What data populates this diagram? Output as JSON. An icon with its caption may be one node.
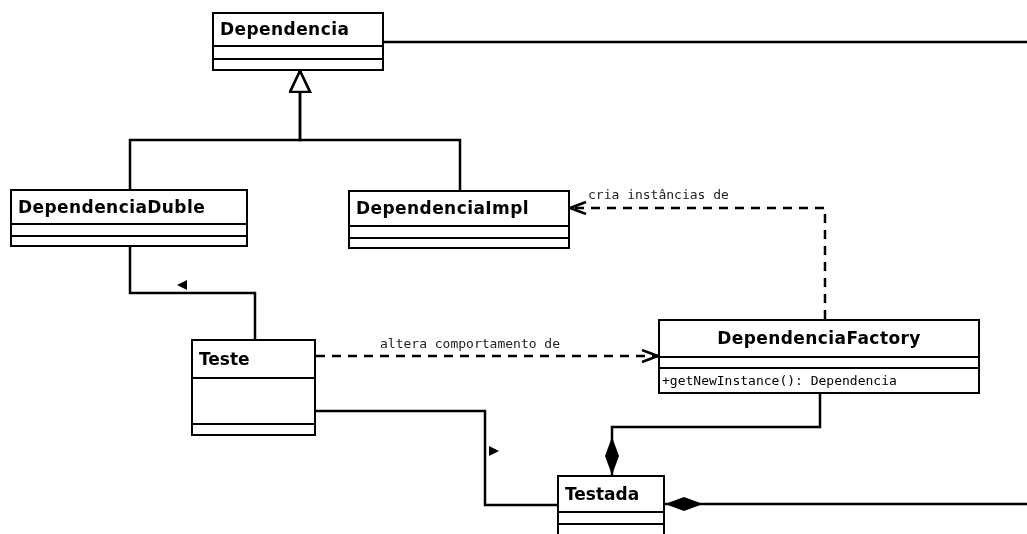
{
  "diagram": {
    "nodes": [
      {
        "text": [
          "Dependencia"
        ]
      },
      {
        "text": [
          "DependenciaDuble"
        ]
      },
      {
        "text": [
          "DependenciaImpl"
        ]
      },
      {
        "text": [
          "Teste"
        ]
      },
      {
        "text": [
          "DependenciaFactory",
          "+getNewInstance(): Dependencia"
        ]
      },
      {
        "text": [
          "Testada"
        ]
      }
    ],
    "edges": [
      {
        "from": 1,
        "to": 0,
        "arrow": "to"
      },
      {
        "from": 2,
        "to": 0,
        "arrow": "to"
      },
      {
        "from": 3,
        "to": 1,
        "arrow": "none"
      },
      {
        "from": 3,
        "to": 4,
        "arrow": "to",
        "style": "dashed",
        "label": "altera comportamento de"
      },
      {
        "from": 4,
        "to": 2,
        "arrow": "to",
        "style": "dashed",
        "label": "cria instâncias de"
      },
      {
        "from": 5,
        "to": 4,
        "arrow": "other"
      },
      {
        "from": 3,
        "to": 5,
        "arrow": "none"
      },
      {
        "from": 0,
        "to": null,
        "arrow": "none"
      },
      {
        "from": 5,
        "to": null,
        "arrow": "other"
      }
    ]
  }
}
